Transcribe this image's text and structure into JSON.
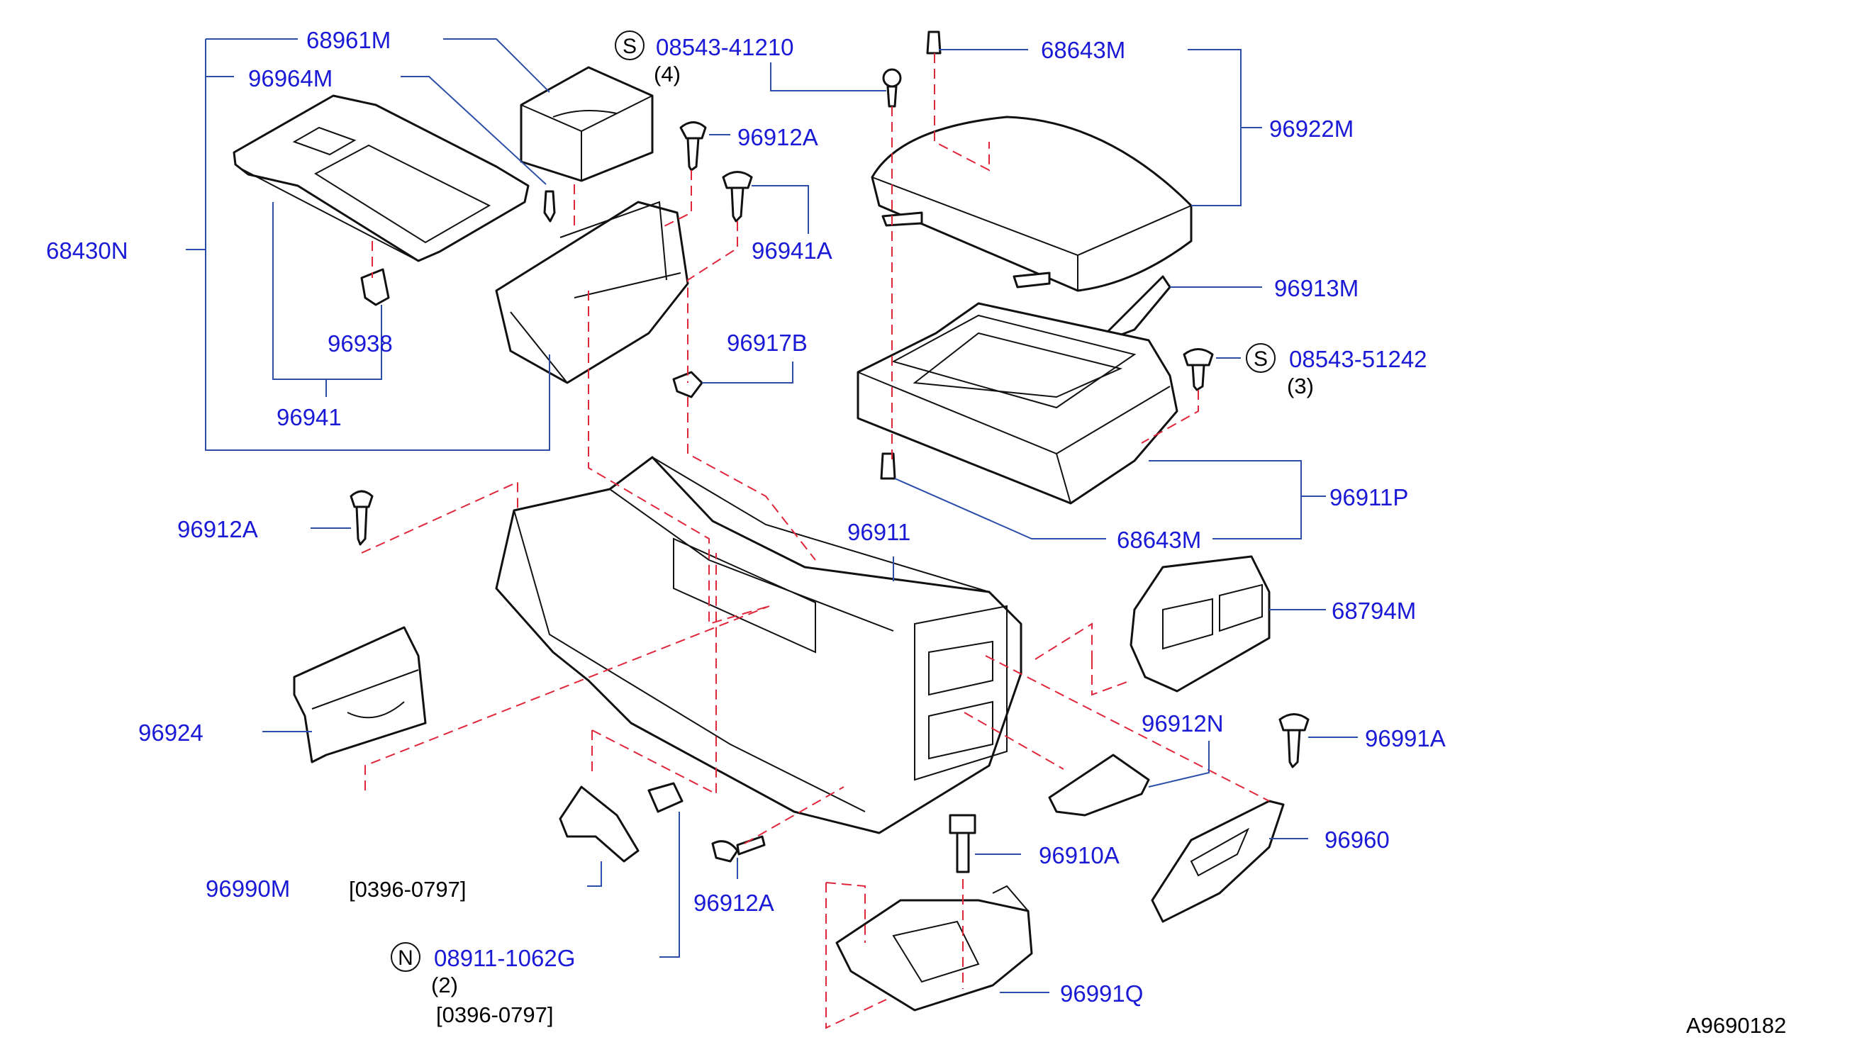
{
  "labels": {
    "l_68961M": "68961M",
    "l_96964M": "96964M",
    "l_68430N": "68430N",
    "l_96938": "96938",
    "l_96941": "96941",
    "l_08543_41210": "08543-41210",
    "l_qty4": "(4)",
    "l_96912A_top": "96912A",
    "l_96941A": "96941A",
    "l_96917B": "96917B",
    "l_68643M_top": "68643M",
    "l_96922M": "96922M",
    "l_96913M": "96913M",
    "l_08543_51242": "08543-51242",
    "l_qty3": "(3)",
    "l_96911P": "96911P",
    "l_68643M_bot": "68643M",
    "l_96912A_left": "96912A",
    "l_96911": "96911",
    "l_68794M": "68794M",
    "l_96924": "96924",
    "l_96912N": "96912N",
    "l_96991A": "96991A",
    "l_96960": "96960",
    "l_96910A": "96910A",
    "l_96990M": "96990M",
    "l_range1": "[0396-0797]",
    "l_96912A_bot": "96912A",
    "l_08911_1062G": "08911-1062G",
    "l_qty2": "(2)",
    "l_range2": "[0396-0797]",
    "l_96991Q": "96991Q",
    "l_diagram_id": "A9690182"
  },
  "symbols": {
    "s_top": "S",
    "s_right": "S",
    "n_bottom": "N"
  },
  "colors": {
    "label_blue": "#1a1ad6",
    "leader_blue": "#2c4ea8",
    "dash_red": "#e0263a",
    "outline": "#111111"
  }
}
